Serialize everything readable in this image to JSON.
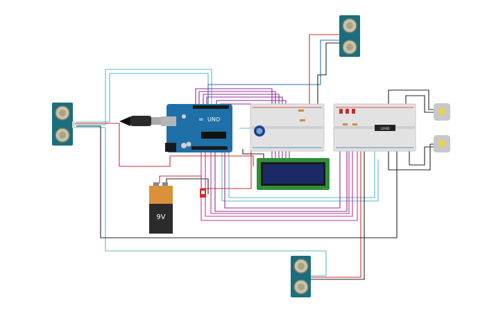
{
  "arduino": {
    "model": "UNO",
    "brand_mark": "∞"
  },
  "battery": {
    "label": "9V"
  },
  "driver_chip": {
    "label": "L293D"
  },
  "colors": {
    "red_wire": "#d62828",
    "black_wire": "#222222",
    "teal_wire": "#5ab9c4",
    "blue_wire": "#2b6cb0",
    "purple_wire": "#8e2a9c",
    "magenta_wire": "#c2328f",
    "arduino_blue": "#1f6fa8",
    "sensor_teal": "#1a6e7e",
    "lcd_screen": "#1b2a66",
    "lcd_frame": "#2f8f3a",
    "battery_top": "#d9913a",
    "battery_body": "#2b2b2b"
  },
  "components": [
    "ultrasonic-sensor-left",
    "ultrasonic-sensor-top",
    "ultrasonic-sensor-bottom",
    "arduino-uno",
    "usb-cable",
    "battery-9v",
    "breadboard-left",
    "breadboard-right",
    "lcd-16x2",
    "potentiometer",
    "motor-driver",
    "dc-motor-top",
    "dc-motor-bottom",
    "power-switch"
  ]
}
